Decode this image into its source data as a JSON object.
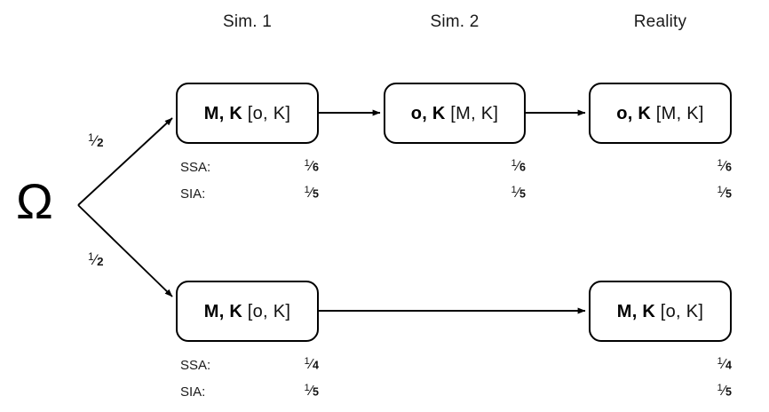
{
  "diagram": {
    "root": {
      "symbol": "Ω"
    },
    "columns": [
      {
        "id": "sim1",
        "label": "Sim. 1"
      },
      {
        "id": "sim2",
        "label": "Sim. 2"
      },
      {
        "id": "reality",
        "label": "Reality"
      }
    ],
    "branches": [
      {
        "id": "upper",
        "probability_num": "1",
        "probability_den": "2"
      },
      {
        "id": "lower",
        "probability_num": "1",
        "probability_den": "2"
      }
    ],
    "metric_names": {
      "ssa": "SSA:",
      "sia": "SIA:"
    },
    "rows": [
      {
        "id": "top-row",
        "cells": [
          {
            "column": "sim1",
            "box": {
              "strong": "M, K",
              "weak": "[o, K]"
            },
            "ssa_num": "1",
            "ssa_den": "6",
            "sia_num": "1",
            "sia_den": "5"
          },
          {
            "column": "sim2",
            "box": {
              "strong": "o, K",
              "weak": "[M, K]"
            },
            "ssa_num": "1",
            "ssa_den": "6",
            "sia_num": "1",
            "sia_den": "5"
          },
          {
            "column": "reality",
            "box": {
              "strong": "o, K",
              "weak": "[M, K]"
            },
            "ssa_num": "1",
            "ssa_den": "6",
            "sia_num": "1",
            "sia_den": "5"
          }
        ]
      },
      {
        "id": "bottom-row",
        "cells": [
          {
            "column": "sim1",
            "box": {
              "strong": "M, K",
              "weak": "[o, K]"
            },
            "ssa_num": "1",
            "ssa_den": "4",
            "sia_num": "1",
            "sia_den": "5"
          },
          {
            "column": "sim2",
            "box": null,
            "ssa_num": "",
            "ssa_den": "",
            "sia_num": "",
            "sia_den": ""
          },
          {
            "column": "reality",
            "box": {
              "strong": "M, K",
              "weak": "[o, K]"
            },
            "ssa_num": "1",
            "ssa_den": "4",
            "sia_num": "1",
            "sia_den": "5"
          }
        ]
      }
    ],
    "colors": {
      "stroke": "#000000",
      "text": "#111111",
      "background": "#ffffff"
    }
  }
}
